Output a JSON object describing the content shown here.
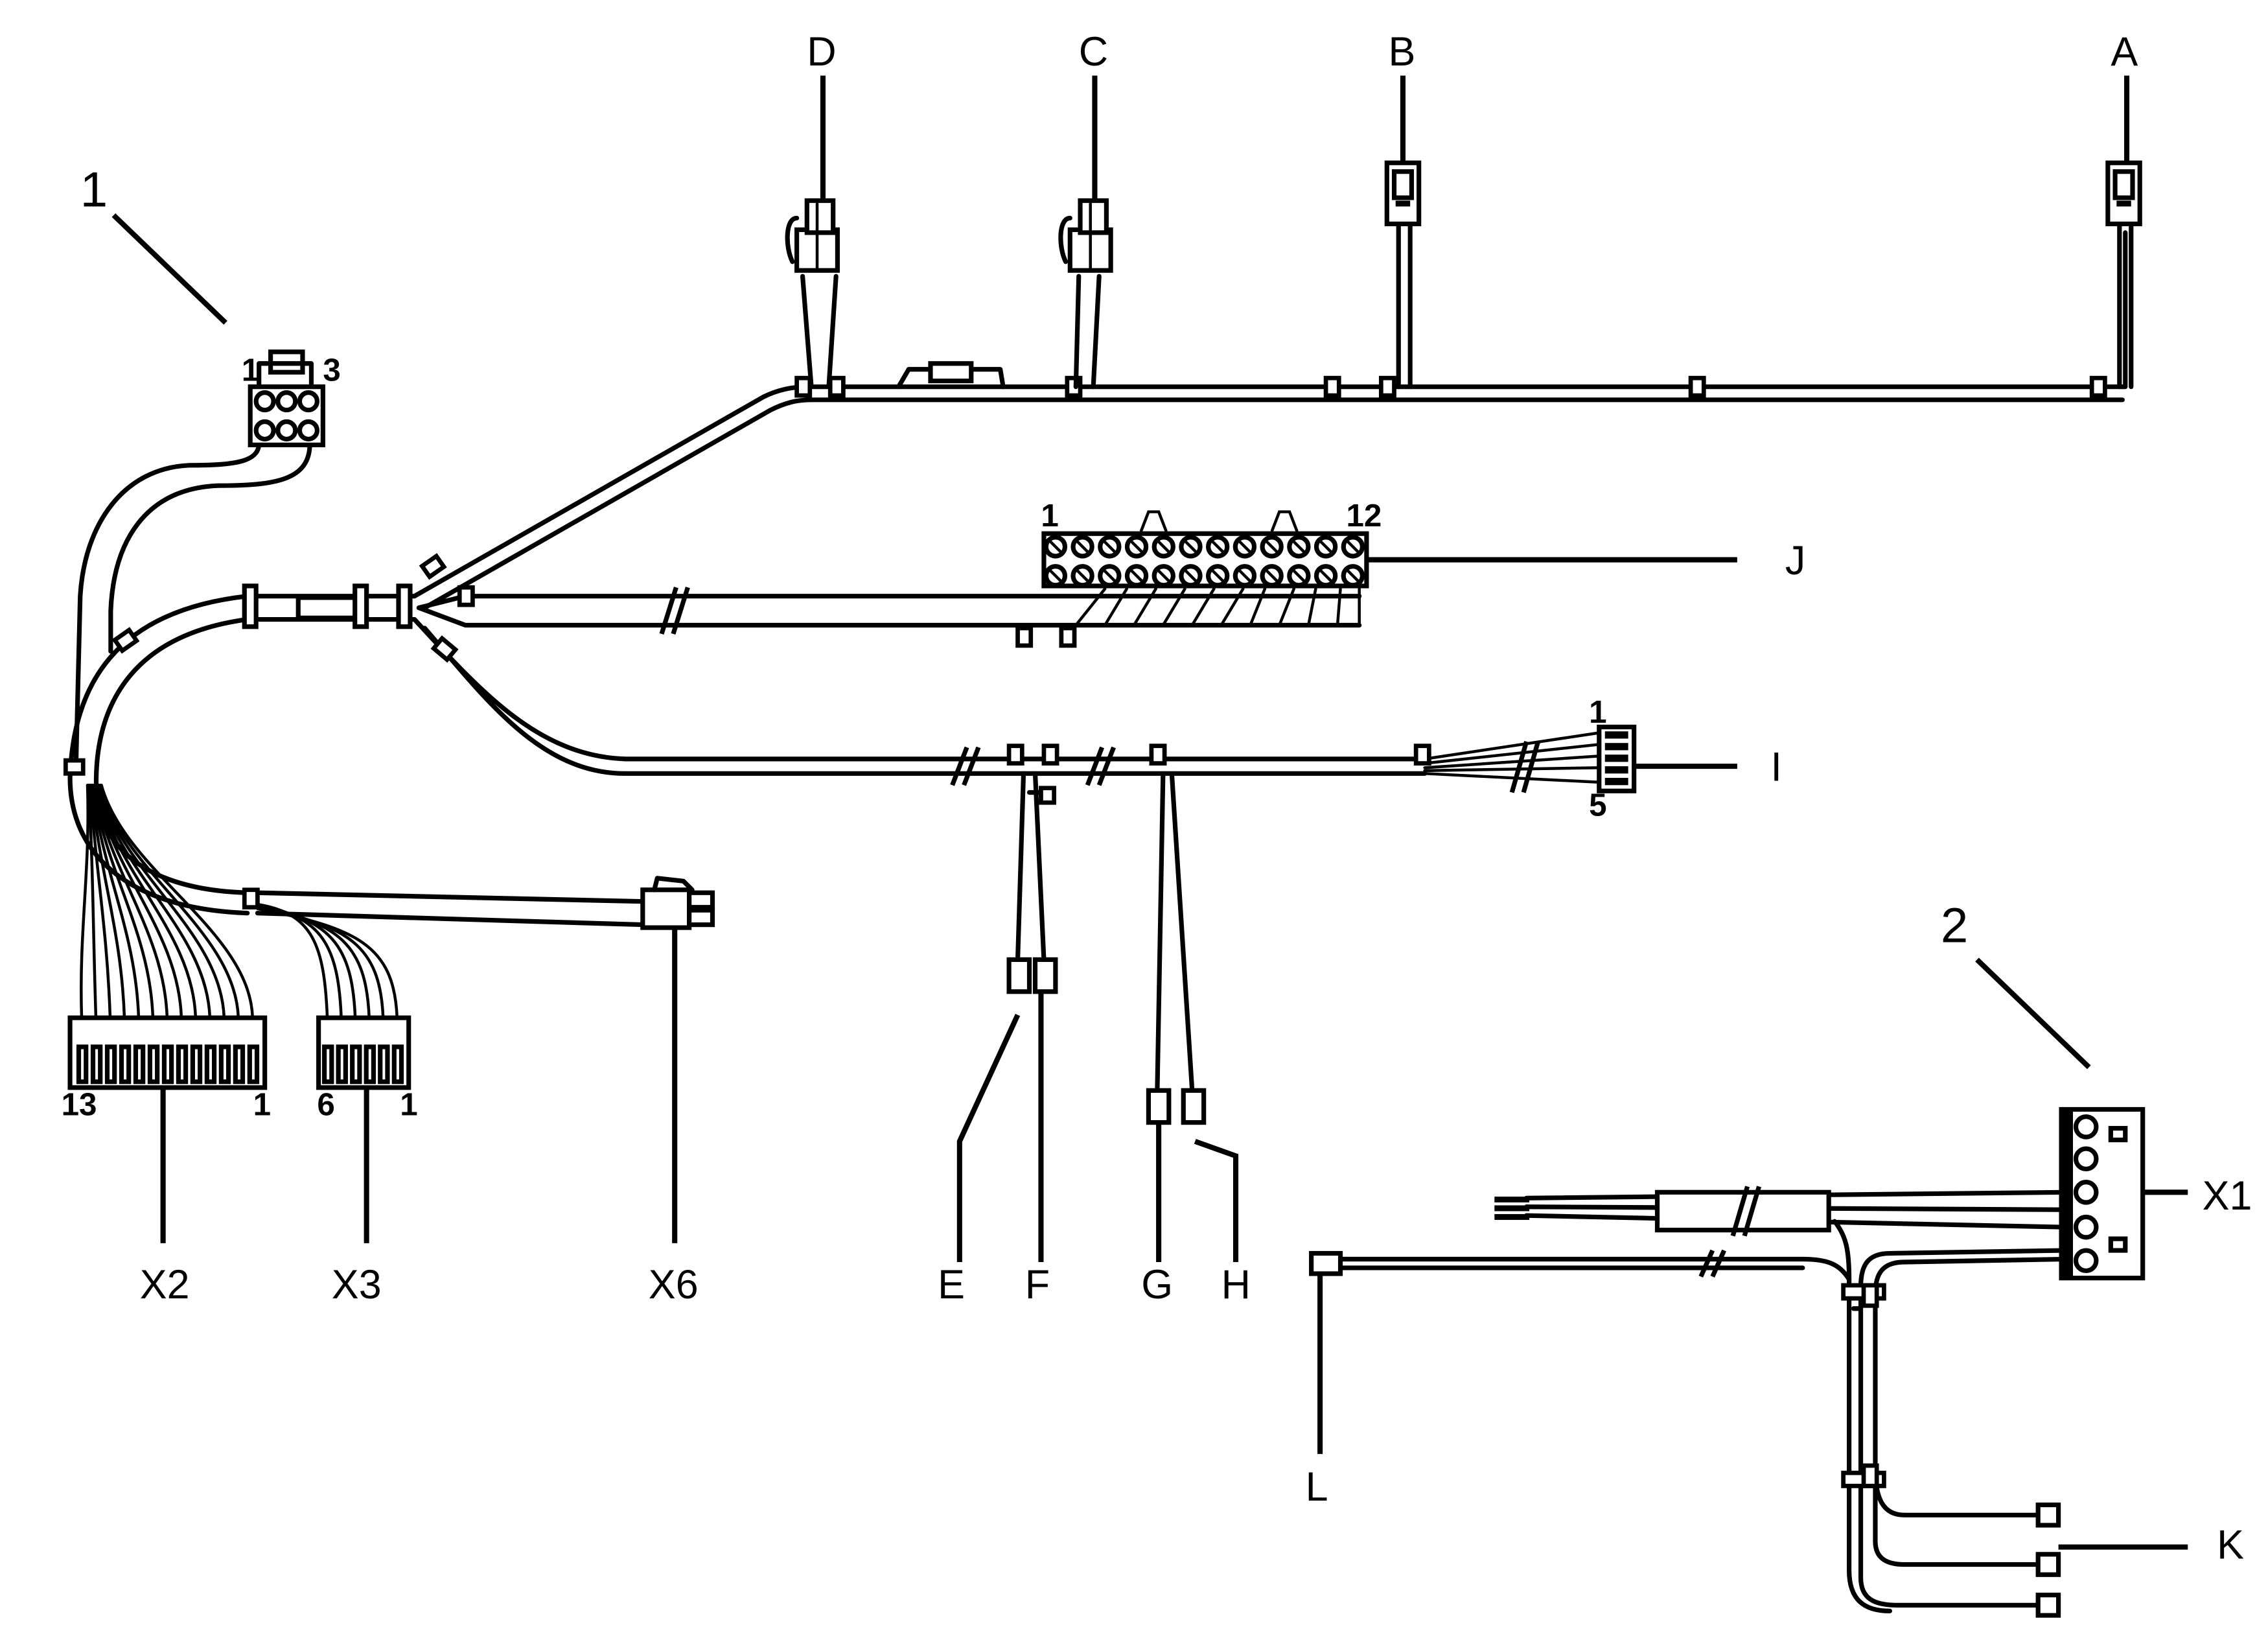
{
  "assemblies": {
    "one": "1",
    "two": "2"
  },
  "connectors": {
    "A": "A",
    "B": "B",
    "C": "C",
    "D": "D",
    "E": "E",
    "F": "F",
    "G": "G",
    "H": "H",
    "I": "I",
    "J": "J",
    "K": "K",
    "L": "L",
    "X1": "X1",
    "X2": "X2",
    "X3": "X3",
    "X6": "X6"
  },
  "pin_numbers": {
    "top_block_first": "1",
    "top_block_last": "3",
    "terminal_J_first": "1",
    "terminal_J_last": "12",
    "plug_I_first": "1",
    "plug_I_last": "5",
    "x2_first": "13",
    "x2_last": "1",
    "x3_first": "6",
    "x3_last": "1"
  }
}
